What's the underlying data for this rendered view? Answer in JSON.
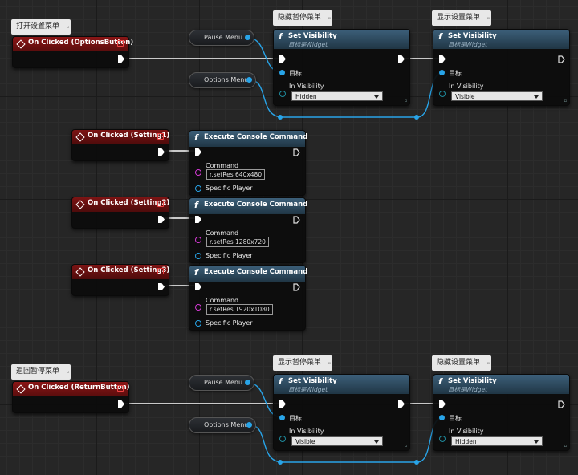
{
  "colors": {
    "exec": "#ffffff",
    "object": "#28a4e8",
    "string": "#d53ad5",
    "event_header": "#8a1616",
    "function_header": "#3c5f79"
  },
  "comments": {
    "open_settings": "打开设置菜单",
    "hide_pause": "隐藏暂停菜单",
    "show_settings": "显示设置菜单",
    "return_pause": "返回暂停菜单",
    "show_pause": "显示暂停菜单",
    "hide_settings": "隐藏设置菜单"
  },
  "variables": {
    "pause_menu": "Pause Menu",
    "options_menu": "Options Menu"
  },
  "events": {
    "options": "On Clicked (OptionsButton)",
    "setting1": "On Clicked (Setting1)",
    "setting2": "On Clicked (Setting2)",
    "setting3": "On Clicked (Setting3)",
    "return": "On Clicked (ReturnButton)"
  },
  "set_visibility": {
    "title": "Set Visibility",
    "subtitle": "目标是Widget",
    "target_label": "目标",
    "in_visibility_label": "In Visibility",
    "nodes": [
      {
        "visibility": "Hidden"
      },
      {
        "visibility": "Visible"
      },
      {
        "visibility": "Visible"
      },
      {
        "visibility": "Hidden"
      }
    ]
  },
  "console": {
    "title": "Execute Console Command",
    "command_label": "Command",
    "player_label": "Specific Player",
    "commands": [
      "r.setRes 640x480",
      "r.setRes 1280x720",
      "r.setRes 1920x1080"
    ]
  },
  "icons": {
    "event": "event-diamond-icon",
    "function": "function-f-icon",
    "exec": "exec-pin-icon",
    "pin": "data-pin-icon"
  }
}
